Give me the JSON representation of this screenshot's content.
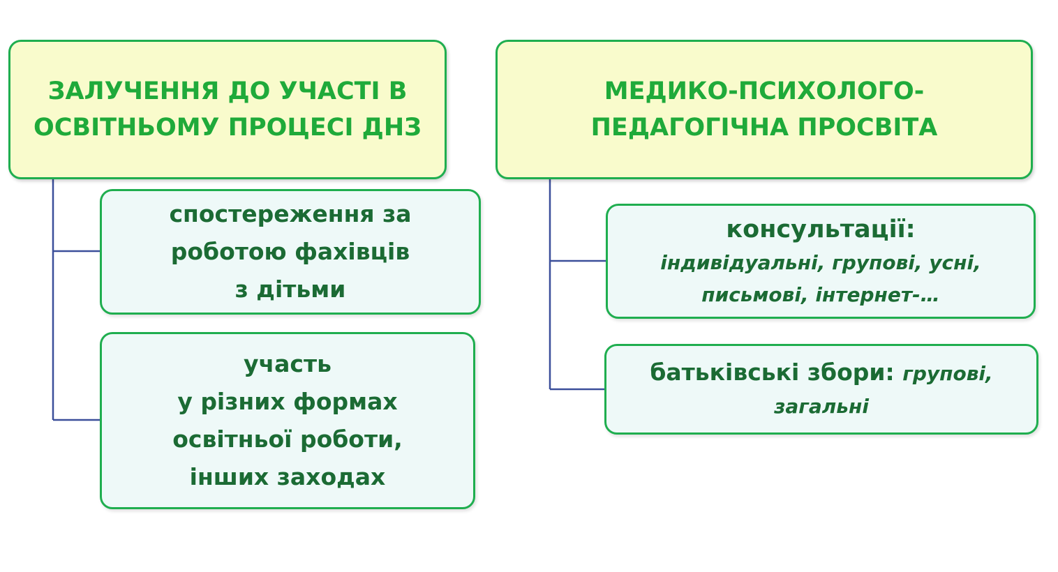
{
  "left_branch": {
    "header": {
      "lines": [
        "ЗАЛУЧЕННЯ  ДО УЧАСТІ В",
        "ОСВІТНЬОМУ ПРОЦЕСІ ДНЗ"
      ]
    },
    "children": [
      {
        "lines": [
          "спостереження за",
          "роботою фахівців",
          "з дітьми"
        ]
      },
      {
        "lines": [
          "участь",
          "у різних формах",
          "освітньої роботи,",
          "інших заходах"
        ]
      }
    ]
  },
  "right_branch": {
    "header": {
      "lines": [
        "МЕДИКО-ПСИХОЛОГО-",
        "ПЕДАГОГІЧНА ПРОСВІТА"
      ]
    },
    "children": [
      {
        "lead": "консультації:",
        "italic_lines": [
          "індивідуальні, групові, усні,",
          "письмові, інтернет-…"
        ]
      },
      {
        "lead": "батьківські збори:",
        "italic_inline": "групові,",
        "italic_line": "загальні"
      }
    ]
  },
  "colors": {
    "box_border": "#1fae4f",
    "header_fill": "#f9fbcc",
    "header_text": "#1faa3a",
    "child_fill": "#eef9f8",
    "child_text": "#1b6b34",
    "connector": "#3b4f9a"
  }
}
